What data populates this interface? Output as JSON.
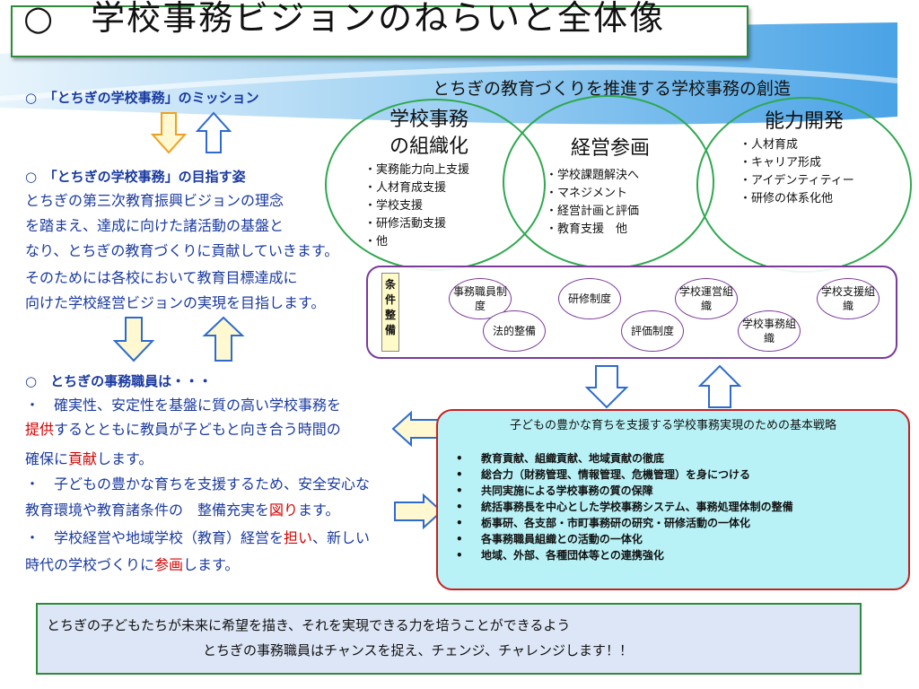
{
  "title": "○　学校事務ビジョンのねらいと全体像",
  "caption": "とちぎの教育づくりを推進する学校事務の創造",
  "left": {
    "mission": "○　「とちぎの学校事務」のミッション",
    "goal_heading": "○　「とちぎの学校事務」の目指す姿",
    "goal_lines": [
      "とちぎの第三次教育振興ビジョンの理念",
      "を踏まえ、達成に向けた諸活動の基盤と",
      "なり、とちぎの教育づくりに貢献していきます。",
      "そのためには各校において教育目標達成に",
      "向けた学校経営ビジョンの実現を目指します。"
    ],
    "staff_heading": "○　とちぎの事務職員は・・・",
    "l1": "・　確実性、安定性を基盤に質の高い学校事務を",
    "l2a": "提供",
    "l2b": "するとともに教員が子どもと向き合う時間の",
    "l3a": "確保に",
    "l3b": "貢献",
    "l3c": "します。",
    "l4": "・　子どもの豊かな育ちを支援するため、安全安心な",
    "l5a": "教育環境や教育諸条件の　整備充実を",
    "l5b": "図り",
    "l5c": "ます。",
    "l6a": "・　学校経営や地域学校（教育）経営を",
    "l6b": "担い",
    "l6c": "、新しい",
    "l7a": "時代の学校づくりに",
    "l7b": "参画",
    "l7c": "します。"
  },
  "circles": {
    "org": {
      "head1": "学校事務",
      "head2": "の組織化",
      "items": [
        "・実務能力向上支援",
        "・人材育成支援",
        "・学校支援",
        "・研修活動支援",
        "・他"
      ]
    },
    "mgmt": {
      "head": "経営参画",
      "items": [
        "・学校課題解決へ",
        "・マネジメント",
        "・経営計画と評価",
        "・教育支援　他"
      ]
    },
    "dev": {
      "head": "能力開発",
      "items": [
        "・人材育成",
        "・キャリア形成",
        "・アイデンティティー",
        "・研修の体系化他"
      ]
    }
  },
  "conditions": {
    "label": "条件整備",
    "items": [
      "事務職員制度",
      "法的整備",
      "研修制度",
      "評価制度",
      "学校運営組織",
      "学校事務組織",
      "学校支援組織"
    ]
  },
  "strategy": {
    "title": "子どもの豊かな育ちを支援する学校事務実現のための基本戦略",
    "items": [
      "教育貢献、組織貢献、地域貢献の徹底",
      "総合力（財務管理、情報管理、危機管理）を身につける",
      "共同実施による学校事務の質の保障",
      "統括事務長を中心とした学校事務システム、事務処理体制の整備",
      "栃事研、各支部・市町事務研の研究・研修活動の一体化",
      "各事務職員組織との活動の一体化",
      "地域、外部、各種団体等との連携強化"
    ]
  },
  "bottom": {
    "line1": "とちぎの子どもたちが未来に希望を描き、それを実現できる力を培うことができるよう",
    "line2": "とちぎの事務職員はチャンスを捉え、チェンジ、チャレンジします！！"
  },
  "colors": {
    "text_blue": "#1a3aa0",
    "emphasis_red": "#d40000",
    "circle_green": "#2fa84f",
    "frame_purple": "#7a3a9a",
    "strategy_fill": "#b8f2f6",
    "strategy_border": "#c82020",
    "arrow_orange": "#f0a020"
  }
}
